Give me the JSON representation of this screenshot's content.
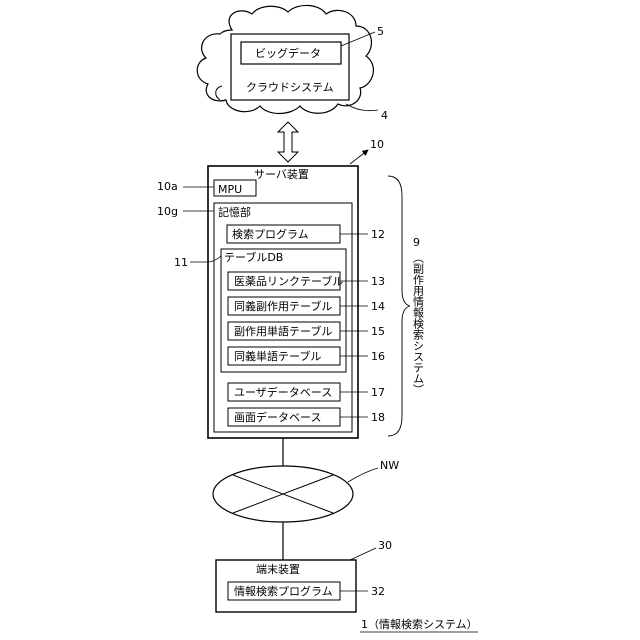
{
  "cloud": {
    "big_data": "ビッグデータ",
    "cloud_system": "クラウドシステム",
    "ref_big_data": "5",
    "ref_cloud": "4"
  },
  "server": {
    "title": "サーバ装置",
    "ref": "10",
    "mpu": "MPU",
    "ref_mpu": "10a",
    "storage": "記憶部",
    "ref_storage": "10g",
    "search_program": "検索プログラム",
    "ref_search_program": "12",
    "table_db": "テーブルDB",
    "ref_table_db": "11",
    "tables": [
      {
        "label": "医薬品リンクテーブル",
        "ref": "13"
      },
      {
        "label": "同義副作用テーブル",
        "ref": "14"
      },
      {
        "label": "副作用単語テーブル",
        "ref": "15"
      },
      {
        "label": "同義単語テーブル",
        "ref": "16"
      }
    ],
    "user_db": "ユーザデータベース",
    "ref_user_db": "17",
    "screen_db": "画面データベース",
    "ref_screen_db": "18"
  },
  "side_system": {
    "number": "9",
    "label": "（副作用情報検索システム）"
  },
  "network": {
    "label": "NW"
  },
  "terminal": {
    "title": "端末装置",
    "ref": "30",
    "program": "情報検索プログラム",
    "ref_program": "32"
  },
  "caption": "1（情報検索システム）"
}
